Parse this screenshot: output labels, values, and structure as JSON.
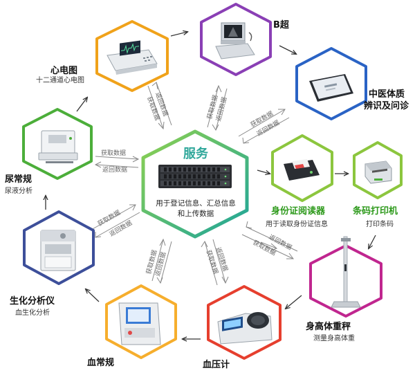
{
  "center": {
    "title": "服务",
    "description": "用于登记信息、汇总信息和上传数据"
  },
  "devices": {
    "ecg": {
      "title": "心电图",
      "subtitle": "十二通道心电图"
    },
    "ultrasound": {
      "title": "B超"
    },
    "tcm": {
      "title_line1": "中医体质",
      "title_line2": "辨识及问诊"
    },
    "id_reader": {
      "title": "身份证阅读器",
      "subtitle": "用于读取身份证信息"
    },
    "barcode_printer": {
      "title": "条码打印机",
      "subtitle": "打印条码"
    },
    "height_weight": {
      "title": "身高体重秤",
      "subtitle": "测量身高体重"
    },
    "blood_pressure": {
      "title": "血压计"
    },
    "blood_routine": {
      "title": "血常规"
    },
    "biochem": {
      "title": "生化分析仪",
      "subtitle": "血生化分析"
    },
    "urine": {
      "title": "尿常规",
      "subtitle": "尿液分析"
    }
  },
  "link_labels": {
    "fetch": "获取数据",
    "return": "返回数据"
  },
  "colors": {
    "ecg": "#f0a21a",
    "ultrasound": "#8a3fb5",
    "tcm": "#2a63c5",
    "id_reader": "#8cc63e",
    "barcode_printer": "#8cc63e",
    "height_weight": "#c0268f",
    "blood_pressure": "#e63f2e",
    "blood_routine": "#f6ae2d",
    "biochem": "#3d4f9a",
    "urine": "#4cae3a",
    "center_top": "#8fd14f",
    "center_bottom": "#1ea59a",
    "title_green": "#2e9a1c"
  }
}
